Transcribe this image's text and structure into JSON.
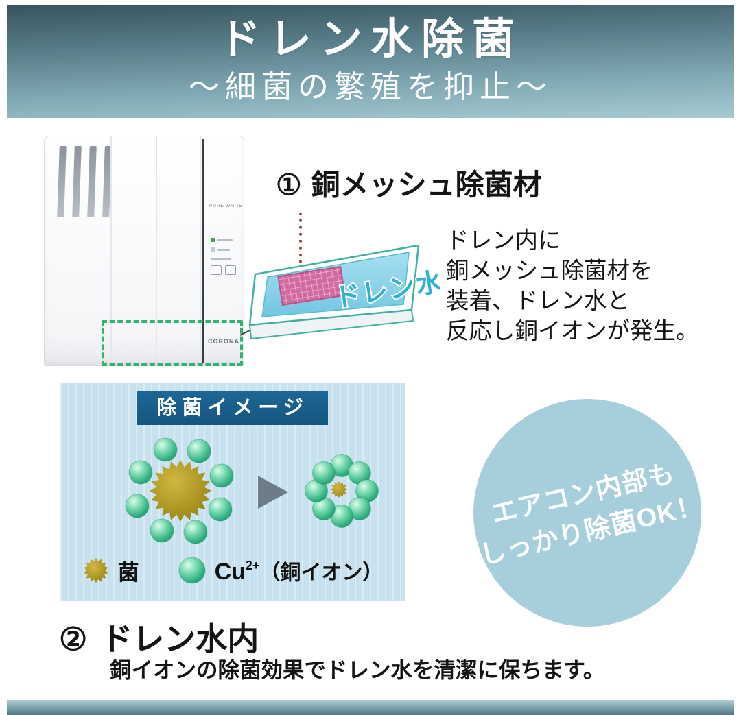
{
  "header": {
    "title": "ドレン水除菌",
    "subtitle": "～細菌の繁殖を抑止～"
  },
  "step1": {
    "number": "①",
    "heading": "銅メッシュ除菌材",
    "description_lines": [
      "ドレン内に",
      "銅メッシュ除菌材を",
      "装着、ドレン水と",
      "反応し銅イオンが発生。"
    ],
    "tray_label": "ドレン水",
    "unit_model": "PURE WHITE",
    "unit_brand": "CORONA"
  },
  "diagram": {
    "title": "除菌イメージ",
    "legend_bacteria": "菌",
    "legend_ion_symbol": "Cu",
    "legend_ion_charge": "2+",
    "legend_ion_name": "（銅イオン）"
  },
  "badge": {
    "line1": "エアコン内部も",
    "line2": "しっかり除菌OK！"
  },
  "step2": {
    "number": "②",
    "heading": "ドレン水内",
    "description": "銅イオンの除菌効果でドレン水を清潔に保ちます。"
  },
  "colors": {
    "banner_teal_dark": "#39545e",
    "banner_teal_light": "#a5cad2",
    "diagram_box_blue": "#c7e1ee",
    "diagram_header_navy": "#1a6090",
    "copper_ion_green": "#2fae80",
    "bacteria_olive": "#ab9420",
    "badge_blue": "#a6cedb",
    "mesh_pink": "#d06aa1",
    "tray_water_blue": "#7fcbe4",
    "tray_outline_teal": "#43b0a3",
    "highlight_green": "#2fb46d",
    "pointer_red": "#9c2f2f"
  }
}
